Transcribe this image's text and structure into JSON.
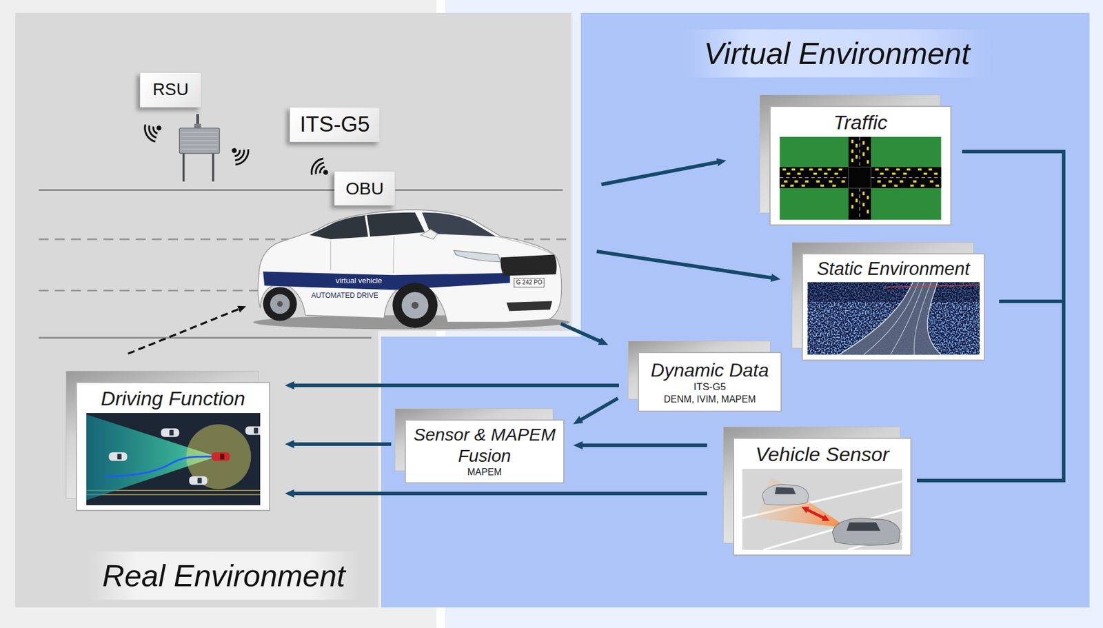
{
  "diagram": {
    "nodes": [
      {
        "text": [
          "Real Environment"
        ]
      },
      {
        "text": [
          "RSU"
        ],
        "in": 0
      },
      {
        "text": [
          "ITS-G5"
        ],
        "in": 0
      },
      {
        "text": [
          "OBU"
        ],
        "in": 0
      },
      {
        "text": [
          "Driving Function"
        ],
        "in": 0
      },
      {
        "text": [
          "Virtual Environment"
        ]
      },
      {
        "text": [
          "Traffic"
        ],
        "in": 5
      },
      {
        "text": [
          "Static Environment"
        ],
        "in": 5
      },
      {
        "text": [
          "Dynamic Data",
          "ITS-G5",
          "DENM, IVIM, MAPEM"
        ],
        "in": 5
      },
      {
        "text": [
          "Sensor & MAPEM Fusion",
          "MAPEM"
        ],
        "in": 5
      },
      {
        "text": [
          "Vehicle Sensor"
        ],
        "in": 5
      }
    ],
    "edges": [
      {
        "from": 8,
        "to": 4,
        "arrow": "to"
      },
      {
        "from": 8,
        "to": 9,
        "arrow": "to"
      },
      {
        "from": 10,
        "to": 9,
        "arrow": "to"
      },
      {
        "from": 9,
        "to": 4,
        "arrow": "to"
      },
      {
        "from": 10,
        "to": 4,
        "arrow": "to"
      },
      {
        "from": 6,
        "to": 10,
        "arrow": "none"
      },
      {
        "from": 7,
        "to": 10,
        "arrow": "none"
      }
    ],
    "labels": [
      "virtual vehicle",
      "AUTOMATED DRIVE",
      "G 242 PO"
    ]
  }
}
